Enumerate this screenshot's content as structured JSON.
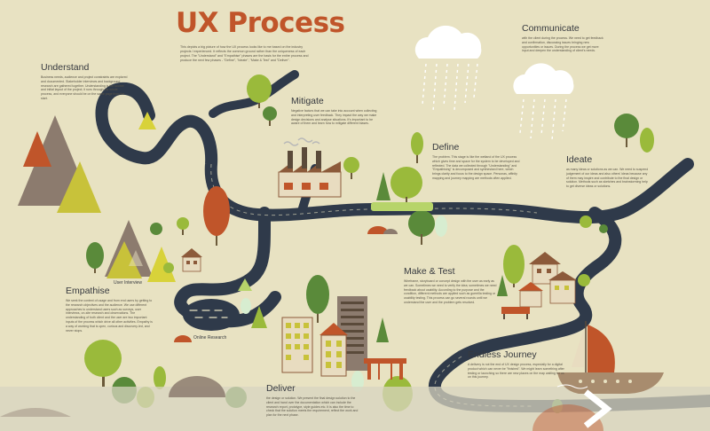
{
  "title": "UX Process",
  "intro": "This depicts a big picture of how the UX process looks like to me based on the industry projects I experienced. It reflects the common ground rather than the uniqueness of each project. The \"Understand\" and \"Empathise\" phases are the basis for the entire process and produce the next few phases - \"Define\", \"Ideate\", \"Make & Test\" and \"Deliver\".",
  "sections": {
    "understand": {
      "title": "Understand",
      "body": "Business needs, audience and project constraints are explored and documented. Stakeholder interviews and background research are gathered together. Understanding is the source and initial layout of the project; it runs through the whole process, and everyone should be on the same page from the start."
    },
    "mitigate": {
      "title": "Mitigate",
      "body": "Negative factors that we can take into account when collecting and interpreting user feedback. They impact the way we make design decisions and analyse situations. It's important to be aware of them and learn how to mitigate different biases."
    },
    "define": {
      "title": "Define",
      "body": "The problem. This stage is like the wetland of the UX process which gives time and space for the system to be developed and reflected. The data we collected through \"Understanding\" and \"Empathising\" is decomposed and synthesised here, which brings clarity and focus to the design space. Personas, affinity mapping and journey mapping are methods often applied."
    },
    "communicate": {
      "title": "Communicate",
      "body": "with the client during the process. We need to get feedback and confirmation, discussing issues bringing new opportunities or issues. During the process we get more input and deepen the understanding of client's needs."
    },
    "ideate": {
      "title": "Ideate",
      "body": "as many ideas or solutions as we can. We need to suspend judgement of our ideas and also others' ideas because any of them may inspire and contribute to the final design or solution. Methods such as sketches and brainstorming help to get diverse ideas or solutions."
    },
    "empathise": {
      "title": "Empathise",
      "body": "We seek the context of usage and from end users by getting to the research objectives and the audience. We use different approaches to understand users such as surveys, user interviews, on-site research and observations. The understanding of both client and the user are two important inputs of the process which drive all other activities. Empathy is a way of working that is open, curious and discovery-led, and never stops."
    },
    "make_test": {
      "title": "Make & Test",
      "body": "Wireframe, storyboard or concept design with the user as early as we can. Sometimes we need to verify the idea; sometimes we need feedback about usability. According to the purpose and the condition, different methods are applied such as guerrilla testing or usability testing. This process can go several rounds until we understand the user and the problem gets resolved."
    },
    "endless_journey": {
      "title": "Endless Journey",
      "body": "A delivery is not the end of UX design process, especially for a digital product which can never be \"finished\". We might learn something after testing or launching so there are new places on the map waiting for us on this journey."
    },
    "deliver": {
      "title": "Deliver",
      "body": "the design or solution. We present the final design solution to the client and hand over the documentation which can include the research report, prototype, style guides etc. It is also the time to check that the solution meets the requirement, reflect the work and plan for the next phase."
    }
  },
  "labels": {
    "user_interview": "User Interview",
    "online_research": "Online Research"
  },
  "icons": {
    "next": "chevron-right-icon",
    "cloud": "rain-cloud-icon",
    "boat": "sailboat-icon",
    "factory": "factory-icon"
  },
  "colors": {
    "title": "#c0552a",
    "road": "#2f3a4a",
    "background": "#e8e2c2",
    "tree": "#9aba3b",
    "mountain": "#8c7b6e",
    "accent": "#b5471e"
  }
}
